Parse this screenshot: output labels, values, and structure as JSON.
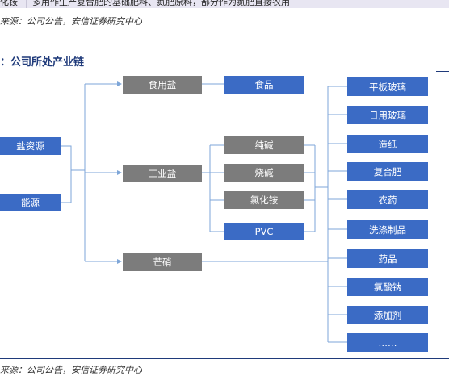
{
  "top_table": {
    "category": "化铵",
    "description": "多用作生产复合肥的基础肥料、氮肥原料，部分作为氮肥直接农用"
  },
  "source_top": "来源：公司公告，安信证券研究中心",
  "figure_title": "：公司所处产业链",
  "nodes": {
    "sources": [
      "盐资源",
      "能源"
    ],
    "middle": [
      "食用盐",
      "工业盐",
      "芒硝"
    ],
    "food": "食品",
    "chemicals": [
      "纯碱",
      "烧碱",
      "氯化铵",
      "PVC"
    ],
    "downstream": [
      "平板玻璃",
      "日用玻璃",
      "造纸",
      "复合肥",
      "农药",
      "洗涤制品",
      "药品",
      "氯酸钠",
      "添加剂",
      "……"
    ]
  },
  "colors": {
    "blue_node": "#3b6bc5",
    "gray_node": "#7c7c7c",
    "connector": "#7ea6d8",
    "title": "#1f3a7a"
  },
  "source_bottom": "来源：公司公告，安信证券研究中心"
}
